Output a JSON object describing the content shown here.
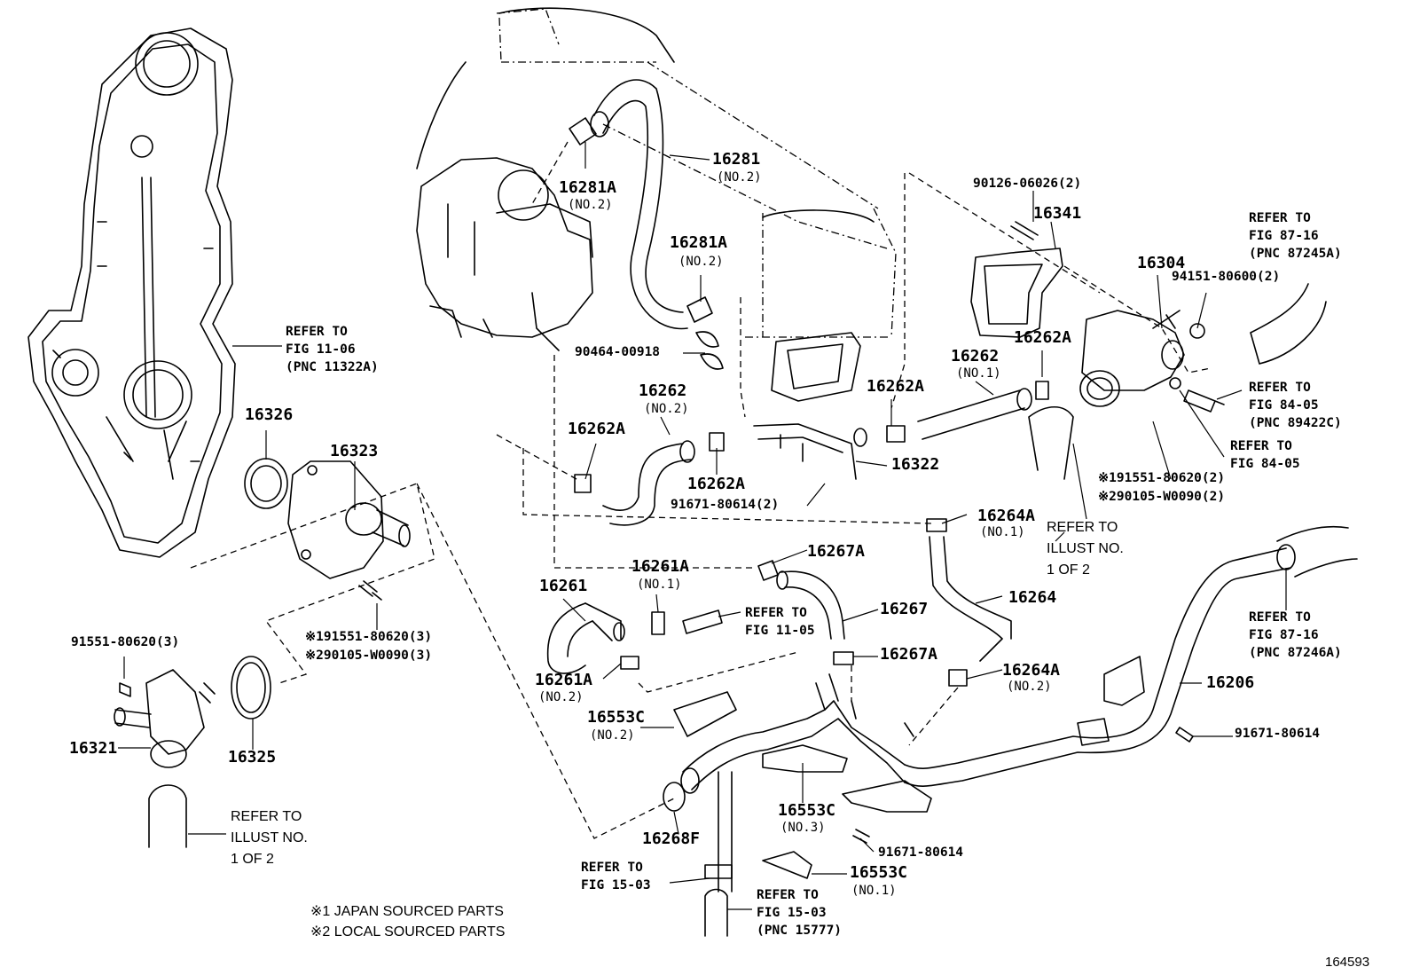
{
  "diagram_id": "164593",
  "notes": {
    "n1": "※1 JAPAN SOURCED PARTS",
    "n2": "※2 LOCAL SOURCED PARTS"
  },
  "parts": {
    "p16281": "16281",
    "p16281_sub": "(NO.2)",
    "p16281A_1": "16281A",
    "p16281A_1_sub": "(NO.2)",
    "p16281A_2": "16281A",
    "p16281A_2_sub": "(NO.2)",
    "p90464": "90464-00918",
    "p16262_2": "16262",
    "p16262_2_sub": "(NO.2)",
    "p16262A_1": "16262A",
    "p16262A_2": "16262A",
    "p16262A_3": "16262A",
    "p16262A_4": "16262A",
    "p16262_1": "16262",
    "p16262_1_sub": "(NO.1)",
    "p91671_2": "91671-80614(2)",
    "p16322": "16322",
    "p90126": "90126-06026(2)",
    "p16341": "16341",
    "p16304": "16304",
    "p94151": "94151-80600(2)",
    "p16326": "16326",
    "p16323": "16323",
    "p16264A_1": "16264A",
    "p16264A_1_sub": "(NO.1)",
    "p16264": "16264",
    "p16264A_2": "16264A",
    "p16264A_2_sub": "(NO.2)",
    "p16267A_1": "16267A",
    "p16267": "16267",
    "p16267A_2": "16267A",
    "p16261": "16261",
    "p16261A_1": "16261A",
    "p16261A_1_sub": "(NO.1)",
    "p16261A_2": "16261A",
    "p16261A_2_sub": "(NO.2)",
    "p16553C_2": "16553C",
    "p16553C_2_sub": "(NO.2)",
    "p16553C_3": "16553C",
    "p16553C_3_sub": "(NO.3)",
    "p16553C_1": "16553C",
    "p16553C_1_sub": "(NO.1)",
    "p16268F": "16268F",
    "p16206": "16206",
    "p91671_a": "91671-80614",
    "p91671_b": "91671-80614",
    "p91551_3": "91551-80620(3)",
    "p16321": "16321",
    "p16325": "16325",
    "p_ast1_3": "※191551-80620(3)",
    "p_ast2_3": "※290105-W0090(3)",
    "p_ast1_2": "※191551-80620(2)",
    "p_ast2_2": "※290105-W0090(2)"
  },
  "refs": {
    "r1106": [
      "REFER TO",
      "FIG 11-06",
      "(PNC 11322A)"
    ],
    "r8716a": [
      "REFER TO",
      "FIG 87-16",
      "(PNC 87245A)"
    ],
    "r8405a": [
      "REFER TO",
      "FIG 84-05",
      "(PNC 89422C)"
    ],
    "r8405b": [
      "REFER TO",
      "FIG 84-05"
    ],
    "rillust1": [
      "REFER TO",
      "ILLUST NO.",
      "1 OF 2"
    ],
    "rillust2": [
      "REFER TO",
      "ILLUST NO.",
      "1 OF 2"
    ],
    "r1105": [
      "REFER TO",
      "FIG 11-05"
    ],
    "r8716b": [
      "REFER TO",
      "FIG 87-16",
      "(PNC 87246A)"
    ],
    "r1503a": [
      "REFER TO",
      "FIG 15-03"
    ],
    "r1503b": [
      "REFER TO",
      "FIG 15-03",
      "(PNC 15777)"
    ]
  }
}
